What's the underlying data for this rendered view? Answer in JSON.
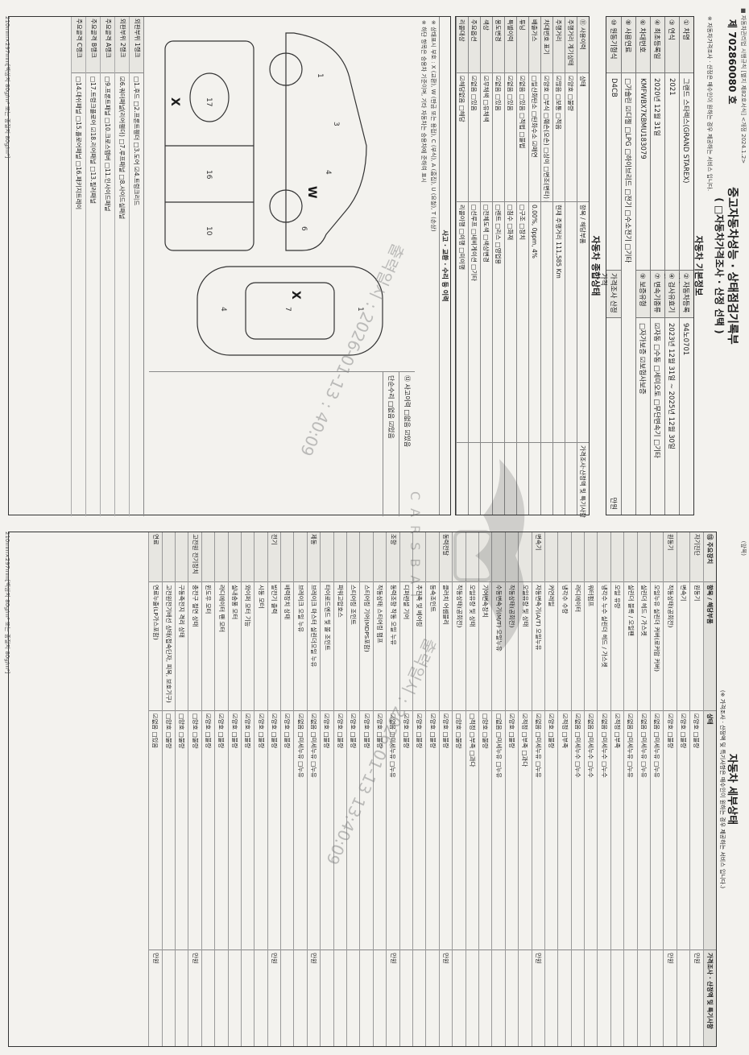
{
  "doc": {
    "header_note": "■ 자동차관리법 시행규칙 [별지 제82호서식] <개정 2024.1.2>",
    "page_mark": "(앞쪽)",
    "number": "제 702860080 호",
    "title": "중고자동차성능 · 상태점검기록부",
    "subtitle": "( □자동차가격조사 · 산정 선택 )",
    "notice": "※ 자동차가격조사 · 산정은 매수인이 원하는 경우 제공하는 서비스 입니다."
  },
  "basic": {
    "section": "자동차 기본정보",
    "name_label": "① 차명",
    "name_value": "그랜드 스타렉스(GRAND STAREX)",
    "year_label": "③ 연식",
    "year_value": "2021",
    "reg_label": "④ 최초등록일",
    "reg_value": "2020년 12월 31일",
    "vin_label": "⑥ 차대번호",
    "vin_value": "KMFWBX7KBMU183079",
    "fuel_label": "⑧ 사용연료",
    "fuel_value": "□가솔린 ☑디젤 □LPG □하이브리드 □전기 □수소전기 □기타",
    "engine_label": "⑩ 원동기형식",
    "engine_value": "D4CB",
    "plate_label": "② 자동차등록번호",
    "plate_value": "94노0701",
    "period_label": "④ 검사유효기간",
    "period_value": "2023년 12월 31일 ~ 2025년 12월 30일",
    "trans_label": "⑦ 변속기종류",
    "trans_value": "☑자동 □수동 □세미오토 □무단변속기 □기타",
    "warranty_label": "⑨ 보증유형",
    "warranty_value": "□자가보증 ☑보험사보증",
    "price_label": "가격조사 산정가격",
    "price_unit": "만원"
  },
  "overall": {
    "section": "자동차 종합상태",
    "rows": [
      {
        "label": "⑪ 사용이력",
        "item": "상태",
        "value": "항목 / 해당부품",
        "price": "가격조사·산정액 및 특기사항"
      },
      {
        "label": "주행거리 계기상태",
        "item": "☑양호 □불량",
        "value": "",
        "price": ""
      },
      {
        "label": "주행거리",
        "item": "☑많음 □보통 □적음",
        "value": "현재 주행거리 111,585 Km",
        "price": ""
      },
      {
        "label": "차대번호 표기",
        "item": "☑양호 □부식 □훼손(오손) □상이 □변조(변타) □도말",
        "value": "",
        "price": ""
      },
      {
        "label": "배출가스",
        "item": "□일산화탄소 □탄화수소 ☑매연",
        "value": "0.00%, 0ppm, 4%",
        "price": ""
      },
      {
        "label": "튜닝",
        "item": "☑없음 □있음 □적법 □불법",
        "value": "□구조 □장치",
        "price": ""
      },
      {
        "label": "특별이력",
        "item": "☑없음 □있음",
        "value": "□침수 □화재",
        "price": ""
      },
      {
        "label": "용도변경",
        "item": "☑없음 □있음",
        "value": "□렌트 □리스 □영업용",
        "price": ""
      },
      {
        "label": "색상",
        "item": "☑무채색 □유채색",
        "value": "□전체도색 □색상변경",
        "price": ""
      },
      {
        "label": "주요옵션",
        "item": "☑없음 □있음",
        "value": "□선루프 □네비게이션 □기타",
        "price": ""
      },
      {
        "label": "리콜대상",
        "item": "☑해당없음 □해당",
        "value": "리콜이행 □이행 □미이행",
        "price": ""
      }
    ]
  },
  "repair": {
    "section": "사고 · 교환 · 수리 등 이력",
    "note": "※ 상태표시 부호 : X (교환), W (판금 또는 용접), C (부식), A (흠집), U (요철), T (손상)",
    "note2": "※ 하단 항목은 승용차 기준이며, 기타 자동차는 승용차에 준하여 표시",
    "accident_label": "⑫ 사고이력",
    "accident_value": "□없음 ☑있음",
    "simple_label": "단순수리",
    "simple_value": "□없음 ☑있음",
    "markers": [
      "X",
      "X",
      "W"
    ],
    "part_rows": [
      {
        "label": "외판부위 1랭크",
        "value": "□1.후드 □2.프론트휀더 □3.도어 ☑4.트렁크리드"
      },
      {
        "label": "외판부위 2랭크",
        "value": "☑6.쿼터패널(리어휀더) □7.루프패널 □8.사이드실패널"
      },
      {
        "label": "주요골격 A랭크",
        "value": "□9.프론트패널 □10.크로스멤버 □11.인사이드패널"
      },
      {
        "label": "주요골격 B랭크",
        "value": "□17.트렁크플로어 ☑18.리어패널 □13.필러패널"
      },
      {
        "label": "주요골격 C랭크",
        "value": "□14.대쉬패널 □15.플로어패널 □16.패키지트레이"
      }
    ]
  },
  "detail": {
    "section": "자동차 세부상태",
    "note": "(※ 가격조사 · 산정액 및 특기사항은 매수인이 원하는 경우 제공하는 서비스 입니다.)",
    "columns": [
      "⑬ 주요장치",
      "항목 / 해당부품",
      "상태",
      "가격조사 · 산정액 및 특기사항"
    ],
    "rows": [
      {
        "a": "자기진단",
        "b": "원동기",
        "d": "☑양호 □불량",
        "e": "만원"
      },
      {
        "a": "",
        "b": "변속기",
        "d": "☑양호 □불량",
        "e": ""
      },
      {
        "a": "원동기",
        "b": "작동상태(공회전)",
        "d": "☑양호 □불량",
        "e": "만원"
      },
      {
        "a": "",
        "b": "오일누유 실린더 커버(로커암 커버)",
        "d": "☑없음 □미세누유 □누유",
        "e": ""
      },
      {
        "a": "",
        "b": "실린더 헤드 / 가스켓",
        "d": "☑없음 □미세누유 □누유",
        "e": ""
      },
      {
        "a": "",
        "b": "실린더 블록 / 오일팬",
        "d": "☑없음 □미세누유 □누유",
        "e": ""
      },
      {
        "a": "",
        "b": "오일 유량",
        "d": "☑적정 □부족",
        "e": ""
      },
      {
        "a": "",
        "b": "냉각수 누수 실린더 헤드 / 가스켓",
        "d": "☑없음 □미세누수 □누수",
        "e": ""
      },
      {
        "a": "",
        "b": "워터펌프",
        "d": "☑없음 □미세누수 □누수",
        "e": ""
      },
      {
        "a": "",
        "b": "라디에이터",
        "d": "☑없음 □미세누수 □누수",
        "e": ""
      },
      {
        "a": "",
        "b": "냉각수 수량",
        "d": "☑적정 □부족",
        "e": ""
      },
      {
        "a": "",
        "b": "커먼레일",
        "d": "☑양호 □불량",
        "e": ""
      },
      {
        "a": "변속기",
        "b": "자동변속기(A/T) 오일누유",
        "d": "☑없음 □미세누유 □누유",
        "e": "만원"
      },
      {
        "a": "",
        "b": "오일유량 및 상태",
        "d": "☑적정 □부족 □과다",
        "e": ""
      },
      {
        "a": "",
        "b": "작동상태(공회전)",
        "d": "☑양호 □불량",
        "e": ""
      },
      {
        "a": "",
        "b": "수동변속기(M/T) 오일누유",
        "d": "□없음 □미세누유 □누유",
        "e": ""
      },
      {
        "a": "",
        "b": "기어변속장치",
        "d": "□양호 □불량",
        "e": ""
      },
      {
        "a": "",
        "b": "오일유량 및 상태",
        "d": "□적정 □부족 □과다",
        "e": ""
      },
      {
        "a": "",
        "b": "작동상태(공회전)",
        "d": "□양호 □불량",
        "e": ""
      },
      {
        "a": "동력전달",
        "b": "클러치 어셈블리",
        "d": "☑양호 □불량",
        "e": "만원"
      },
      {
        "a": "",
        "b": "등속조인트",
        "d": "☑양호 □불량",
        "e": ""
      },
      {
        "a": "",
        "b": "추진축 및 베어링",
        "d": "☑양호 □불량",
        "e": ""
      },
      {
        "a": "",
        "b": "디퍼렌셜 기어",
        "d": "☑양호 □불량",
        "e": ""
      },
      {
        "a": "조향",
        "b": "동력조향 작동 오일 누유",
        "d": "☑없음 □미세누유 □누유",
        "e": "만원"
      },
      {
        "a": "",
        "b": "작동상태 스티어링 펌프",
        "d": "☑양호 □불량",
        "e": ""
      },
      {
        "a": "",
        "b": "스티어링 기어(MDPS포함)",
        "d": "☑양호 □불량",
        "e": ""
      },
      {
        "a": "",
        "b": "스티어링 조인트",
        "d": "☑양호 □불량",
        "e": ""
      },
      {
        "a": "",
        "b": "파워고압호스",
        "d": "☑양호 □불량",
        "e": ""
      },
      {
        "a": "",
        "b": "타이로드엔드 및 볼 조인트",
        "d": "☑양호 □불량",
        "e": ""
      },
      {
        "a": "제동",
        "b": "브레이크 마스터 실린더오일 누유",
        "d": "☑없음 □미세누유 □누유",
        "e": "만원"
      },
      {
        "a": "",
        "b": "브레이크 오일 누유",
        "d": "☑없음 □미세누유 □누유",
        "e": ""
      },
      {
        "a": "",
        "b": "배력장치 상태",
        "d": "☑양호 □불량",
        "e": ""
      },
      {
        "a": "전기",
        "b": "발전기 출력",
        "d": "☑양호 □불량",
        "e": "만원"
      },
      {
        "a": "",
        "b": "시동 모터",
        "d": "☑양호 □불량",
        "e": ""
      },
      {
        "a": "",
        "b": "와이퍼 모터 기능",
        "d": "☑양호 □불량",
        "e": ""
      },
      {
        "a": "",
        "b": "실내송풍 모터",
        "d": "☑양호 □불량",
        "e": ""
      },
      {
        "a": "",
        "b": "라디에이터 팬 모터",
        "d": "☑양호 □불량",
        "e": ""
      },
      {
        "a": "",
        "b": "윈도우 모터",
        "d": "☑양호 □불량",
        "e": ""
      },
      {
        "a": "고전원 전기장치",
        "b": "충전구 절연 상태",
        "d": "□양호 □불량",
        "e": "만원"
      },
      {
        "a": "",
        "b": "구동축전지 격리 상태",
        "d": "□양호 □불량",
        "e": ""
      },
      {
        "a": "",
        "b": "고전원전기배선 상태(접속단자, 피복, 보호기구)",
        "d": "□양호 □불량",
        "e": ""
      },
      {
        "a": "연료",
        "b": "연료누출(LP가스포함)",
        "d": "☑없음 □있음",
        "e": "만원"
      }
    ]
  },
  "watermark": {
    "logo": "CARSBAT",
    "stamp1": "출력일시 : 2026-01-13 : 40:09",
    "stamp2": "출력일시 : 2026-01-13 13:40:09"
  },
  "footer": {
    "left": "210mm×297mm[백상지 80g/m² 또는 중질지 80g/m²]",
    "right": "210mm×297mm[백상지 80g/m² 또는 중질지 80g/m²]"
  }
}
